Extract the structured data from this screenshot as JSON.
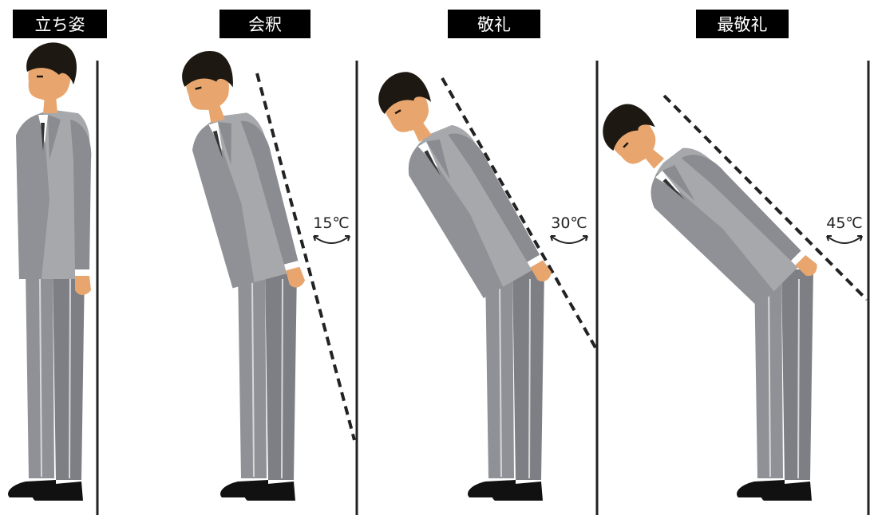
{
  "poses": [
    {
      "label": "立ち姿",
      "angle_deg": 0,
      "angle_label": ""
    },
    {
      "label": "会釈",
      "angle_deg": 15,
      "angle_label": "15℃"
    },
    {
      "label": "敬礼",
      "angle_deg": 30,
      "angle_label": "30℃"
    },
    {
      "label": "最敬礼",
      "angle_deg": 45,
      "angle_label": "45℃"
    }
  ],
  "colors": {
    "suit": "#8f9196",
    "suit_light": "#a6a8ac",
    "suit_dark": "#6e7075",
    "skin": "#e8a66e",
    "hair": "#1e1812",
    "shoe": "#111111",
    "label_bg": "#000000",
    "divider": "#222222"
  }
}
